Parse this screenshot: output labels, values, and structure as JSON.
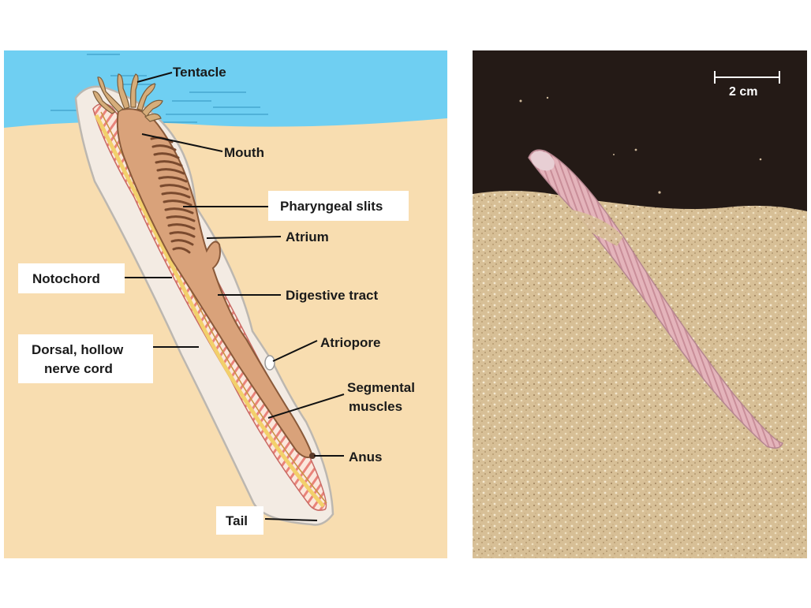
{
  "labels": {
    "tentacle": "Tentacle",
    "mouth": "Mouth",
    "pharyngeal_slits": "Pharyngeal slits",
    "atrium": "Atrium",
    "notochord": "Notochord",
    "digestive_tract": "Digestive tract",
    "atriopore": "Atriopore",
    "dorsal_nerve_cord_line1": "Dorsal, hollow",
    "dorsal_nerve_cord_line2": "nerve cord",
    "segmental_muscles_line1": "Segmental",
    "segmental_muscles_line2": "muscles",
    "anus": "Anus",
    "tail": "Tail"
  },
  "scale_bar": {
    "label": "2 cm"
  },
  "colors": {
    "water": "#6fcff2",
    "sand": "#f8ddb0",
    "body_outline": "#f3ebe3",
    "pharynx": "#d9a27a",
    "muscle_stripe": "#e9837a",
    "notochord": "#f2d06b",
    "photo_background": "#241a16",
    "photo_sand": "#d7bf96",
    "lancelet": "#d9a4ad"
  }
}
